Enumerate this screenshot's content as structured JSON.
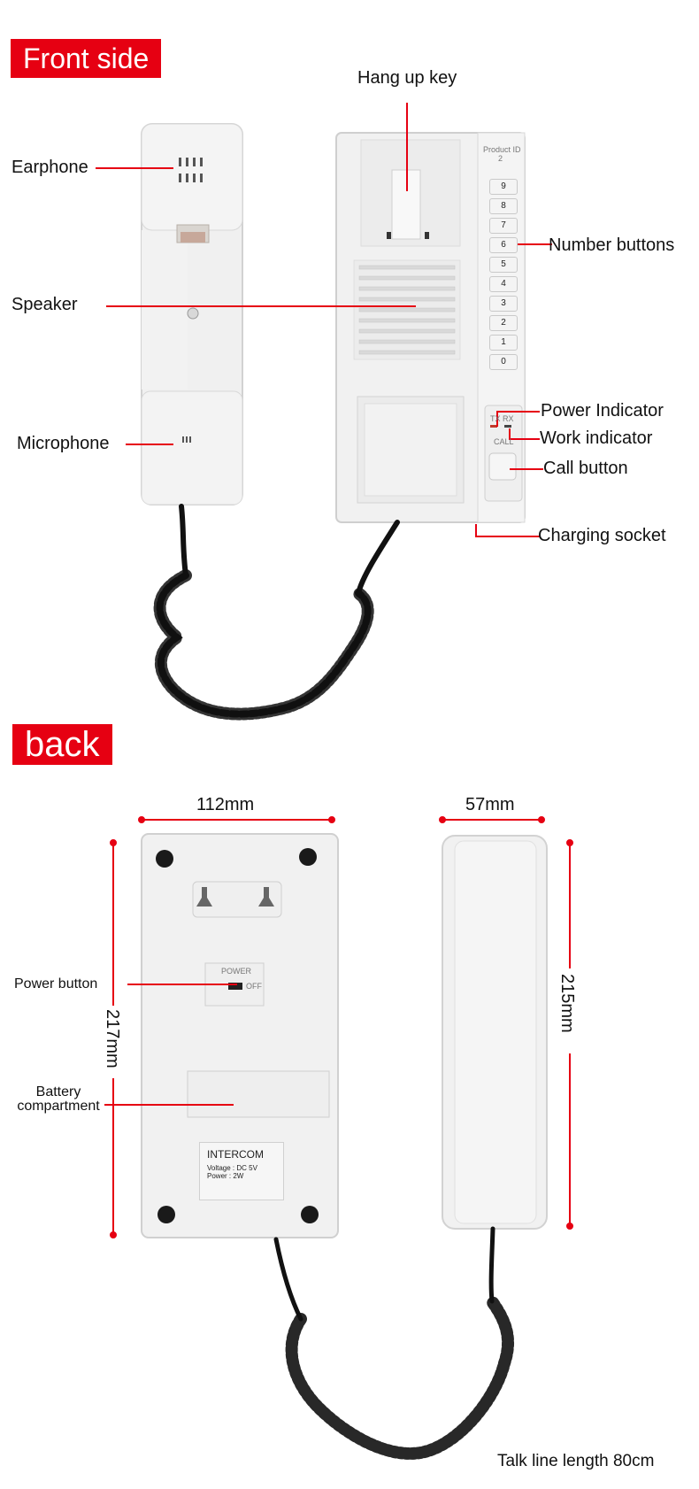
{
  "front": {
    "title": "Front side",
    "labels": {
      "hang_up_key": "Hang up key",
      "earphone": "Earphone",
      "number_buttons": "Number buttons",
      "speaker": "Speaker",
      "power_indicator": "Power Indicator",
      "work_indicator": "Work indicator",
      "microphone": "Microphone",
      "call_button": "Call button",
      "charging_socket": "Charging socket"
    },
    "device_text": {
      "product_id": "Product ID",
      "product_id_value": "2",
      "indicator_text": "TX RX",
      "call": "CALL"
    },
    "keys": [
      "9",
      "8",
      "7",
      "6",
      "5",
      "4",
      "3",
      "2",
      "1",
      "0"
    ]
  },
  "back": {
    "title": "back",
    "labels": {
      "power_button": "Power button",
      "battery_line1": "Battery",
      "battery_line2": "compartment",
      "talk_line": "Talk line length 80cm"
    },
    "dimensions": {
      "base_width": "112mm",
      "handset_width": "57mm",
      "base_height": "217mm",
      "handset_height": "215mm"
    },
    "switch_text": {
      "power": "POWER",
      "off": "OFF"
    },
    "nameplate": {
      "title": "INTERCOM",
      "voltage": "Voltage : DC 5V",
      "power": "Power : 2W"
    }
  },
  "colors": {
    "accent": "#e60012",
    "device": "#f0f0f0",
    "cord": "#111111"
  }
}
